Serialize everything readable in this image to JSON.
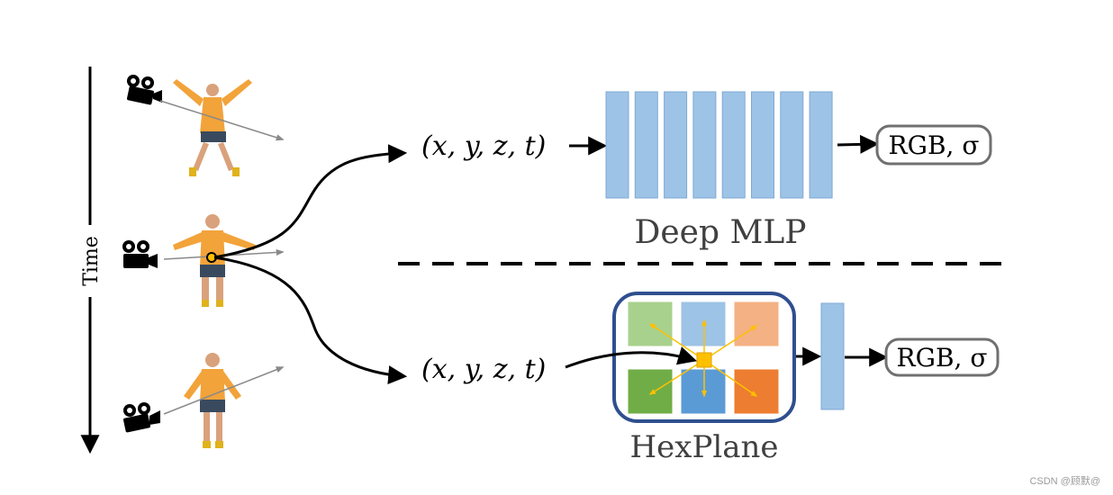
{
  "time_axis": {
    "label": "Time"
  },
  "top_branch": {
    "input_label": "(x, y, z, t)",
    "model_label": "Deep MLP",
    "output_label": "RGB, σ",
    "layer_count": 8,
    "layer_color": "#9dc3e6",
    "layer_border": "#7fa9d6"
  },
  "bottom_branch": {
    "input_label": "(x, y, z, t)",
    "model_label": "HexPlane",
    "output_label": "RGB, σ",
    "box_border": "#2f4f8f",
    "planes": [
      {
        "color": "#a9d18e"
      },
      {
        "color": "#9dc3e6"
      },
      {
        "color": "#f4b183"
      },
      {
        "color": "#70ad47"
      },
      {
        "color": "#5b9bd5"
      },
      {
        "color": "#ed7d31"
      }
    ],
    "query_color": "#ffc000"
  },
  "accent": {
    "ray": "#8a8a8a",
    "arrow": "#000000",
    "shirt": "#f2a33a",
    "shorts": "#3a4a5e",
    "skin": "#d9a27c"
  },
  "watermark": "CSDN @顾默@"
}
